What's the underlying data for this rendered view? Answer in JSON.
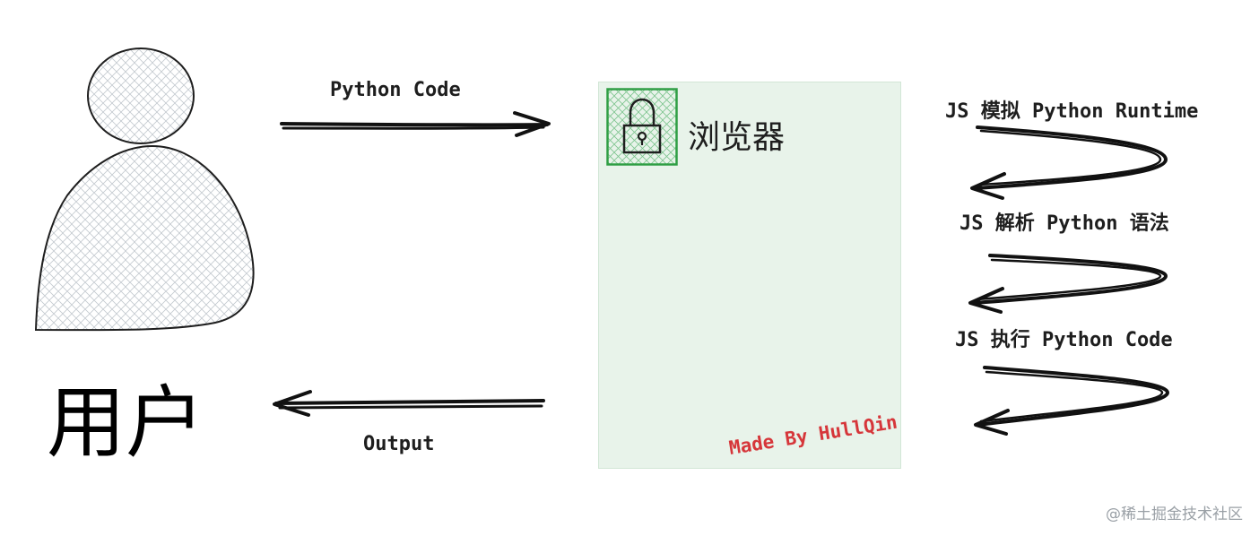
{
  "user": {
    "label": "用户"
  },
  "arrows": {
    "request_label": "Python Code",
    "response_label": "Output"
  },
  "browser": {
    "title": "浏览器",
    "icon": "lock-icon",
    "fill_color": "#e8f3ea",
    "icon_color": "#2f9e44"
  },
  "steps": [
    {
      "label": "JS 模拟 Python Runtime"
    },
    {
      "label": "JS 解析 Python 语法"
    },
    {
      "label": "JS 执行 Python Code"
    }
  ],
  "credit": {
    "text": "Made By HullQin",
    "color": "#d6363a"
  },
  "watermark": {
    "text": "@稀土掘金技术社区"
  }
}
